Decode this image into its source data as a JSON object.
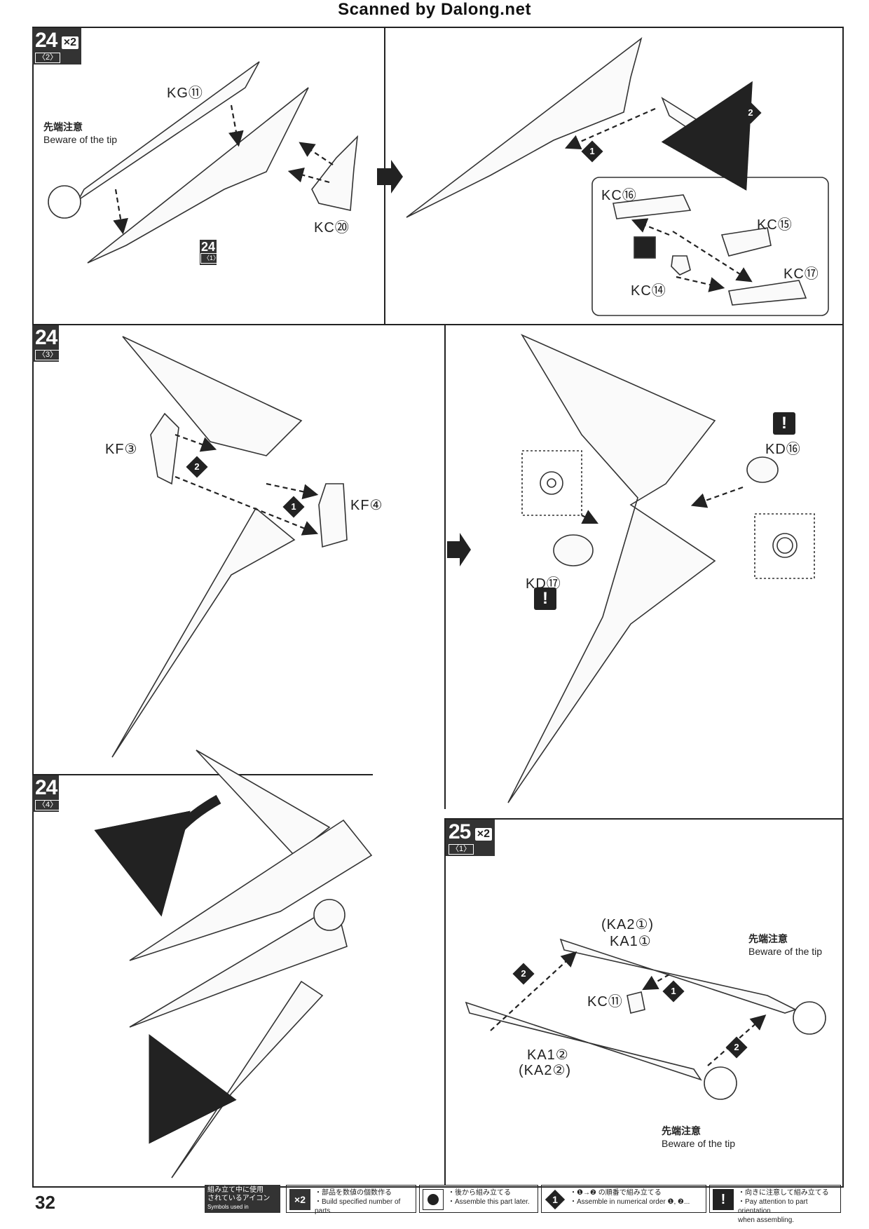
{
  "header": {
    "scan_credit": "Scanned by Dalong.net"
  },
  "page_number": "32",
  "steps": [
    {
      "num": "24",
      "sub": "〈2〉",
      "mult": "×2"
    },
    {
      "num": "24",
      "sub": "〈3〉"
    },
    {
      "num": "24",
      "sub": "〈4〉"
    },
    {
      "num": "25",
      "sub": "〈1〉",
      "mult": "×2"
    }
  ],
  "inline_step_ref": {
    "num": "24",
    "sub": "〈1〉"
  },
  "labels": {
    "kg11": "KG⑪",
    "kc20": "KC⑳",
    "kc16": "KC⑯",
    "kc15": "KC⑮",
    "kc17": "KC⑰",
    "kc14": "KC⑭",
    "kf3": "KF③",
    "kf4": "KF④",
    "kd16": "KD⑯",
    "kd17": "KD⑰",
    "ka2_1": "(KA2①)",
    "ka1_1": "KA1①",
    "kc11": "KC⑪",
    "ka1_2": "KA1②",
    "ka2_2": "(KA2②)"
  },
  "caution": {
    "jp": "先端注意",
    "en": "Beware of the tip"
  },
  "seq": {
    "one": "1",
    "two": "2"
  },
  "warn_mark": "!",
  "legend": {
    "title_jp_1": "組み立て中に使用",
    "title_jp_2": "されているアイコン",
    "title_en": "Symbols used in instructions",
    "items": [
      {
        "icon": "×2",
        "jp": "・部品を数値の個数作る",
        "en": "・Build specified number of parts."
      },
      {
        "icon": "later-assembly-icon",
        "jp": "・後から組み立てる",
        "en": "・Assemble this part later."
      },
      {
        "icon": "1",
        "jp": "・❶→❷ の順番で組み立てる",
        "en": "・Assemble in numerical order ❶, ❷..."
      },
      {
        "icon": "!",
        "jp": "・向きに注意して組み立てる",
        "en": "・Pay attention to part orientation",
        "en2": "when assembling."
      }
    ]
  }
}
